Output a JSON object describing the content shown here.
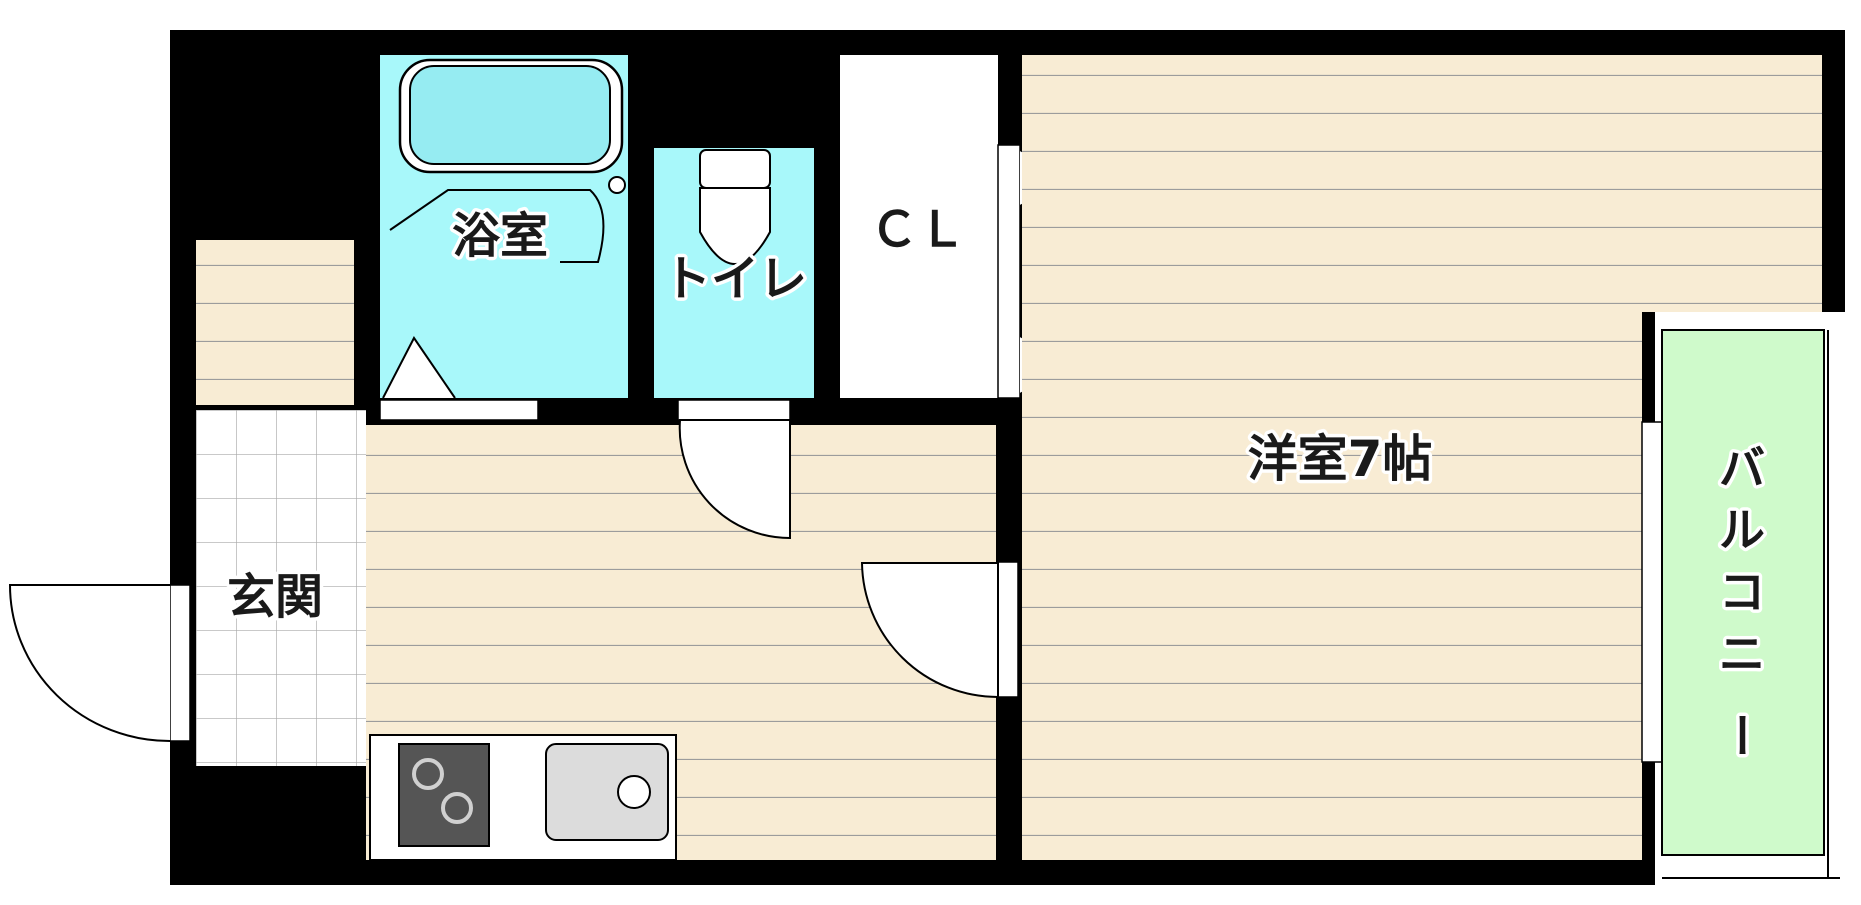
{
  "rooms": {
    "bath": "浴室",
    "toilet": "トイレ",
    "closet": "ＣＬ",
    "western_room": "洋室7帖",
    "entrance": "玄関",
    "balcony_chars": [
      "バ",
      "ル",
      "コ",
      "ニ",
      "ー"
    ]
  },
  "colors": {
    "wall": "#000000",
    "floor_wood": "#f8ecd4",
    "floor_line": "#9c9c9c",
    "bath_blue": "#a8f8fa",
    "balcony_green": "#cffacb",
    "tile_white": "#ffffff",
    "storage_bg": "#f8ecd4"
  }
}
